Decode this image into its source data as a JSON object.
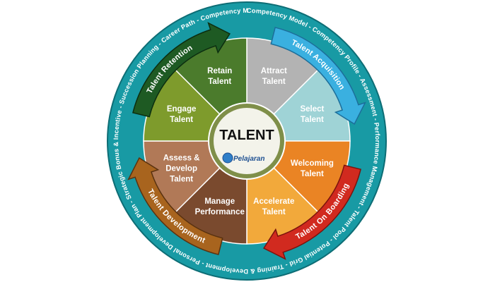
{
  "center": {
    "title": "TALENT",
    "logo_text": "Pelajaran"
  },
  "segments": [
    {
      "label": [
        "Attract",
        "Talent"
      ],
      "color": "#b3b3b3"
    },
    {
      "label": [
        "Select",
        "Talent"
      ],
      "color": "#9fd3d6"
    },
    {
      "label": [
        "Welcoming",
        "Talent"
      ],
      "color": "#ea8424"
    },
    {
      "label": [
        "Accelerate",
        "Talent"
      ],
      "color": "#f2a93b"
    },
    {
      "label": [
        "Manage",
        "Performance"
      ],
      "color": "#7a4a2e"
    },
    {
      "label": [
        "Assess &",
        "Develop",
        "Talent"
      ],
      "color": "#b17957"
    },
    {
      "label": [
        "Engage",
        "Talent"
      ],
      "color": "#7e9b2c"
    },
    {
      "label": [
        "Retain",
        "Talent"
      ],
      "color": "#4b7b2c"
    }
  ],
  "arrows": [
    {
      "label": "Talent Acquisition",
      "color": "#3ab0e0",
      "edge": "#1c6e9a"
    },
    {
      "label": "Talent On Boarding",
      "color": "#d12a1f",
      "edge": "#7a130d"
    },
    {
      "label": "Talent Development",
      "color": "#a8641e",
      "edge": "#5a3210"
    },
    {
      "label": "Talent Retention",
      "color": "#1e5a23",
      "edge": "#0c2e10"
    }
  ],
  "ring_text": [
    "Competency Model - Competency Profile - Assessment - Performance Management - Talent Pool - Potential Grid - Training & Development - Personal Development Plan - Strategic Bonus & Incentive - Succession Planning - Career Path - Competency Model -"
  ],
  "colors": {
    "ring": "#189aa4",
    "ring_edge": "#0d6d75",
    "hub_outer": "#7f8f49",
    "hub_inner": "#f3f3ea"
  }
}
